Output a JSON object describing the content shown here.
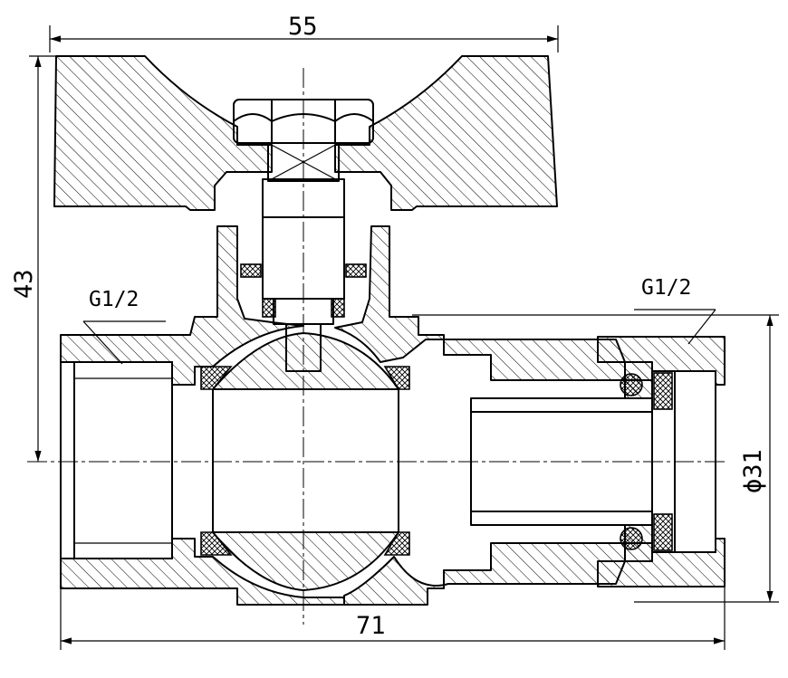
{
  "dimensions": {
    "top_width": "55",
    "bottom_length": "71",
    "left_height": "43",
    "right_diameter": "ϕ31"
  },
  "threads": {
    "left": "G1/2",
    "right": "G1/2"
  },
  "colors": {
    "line": "#000000",
    "background": "#ffffff"
  }
}
